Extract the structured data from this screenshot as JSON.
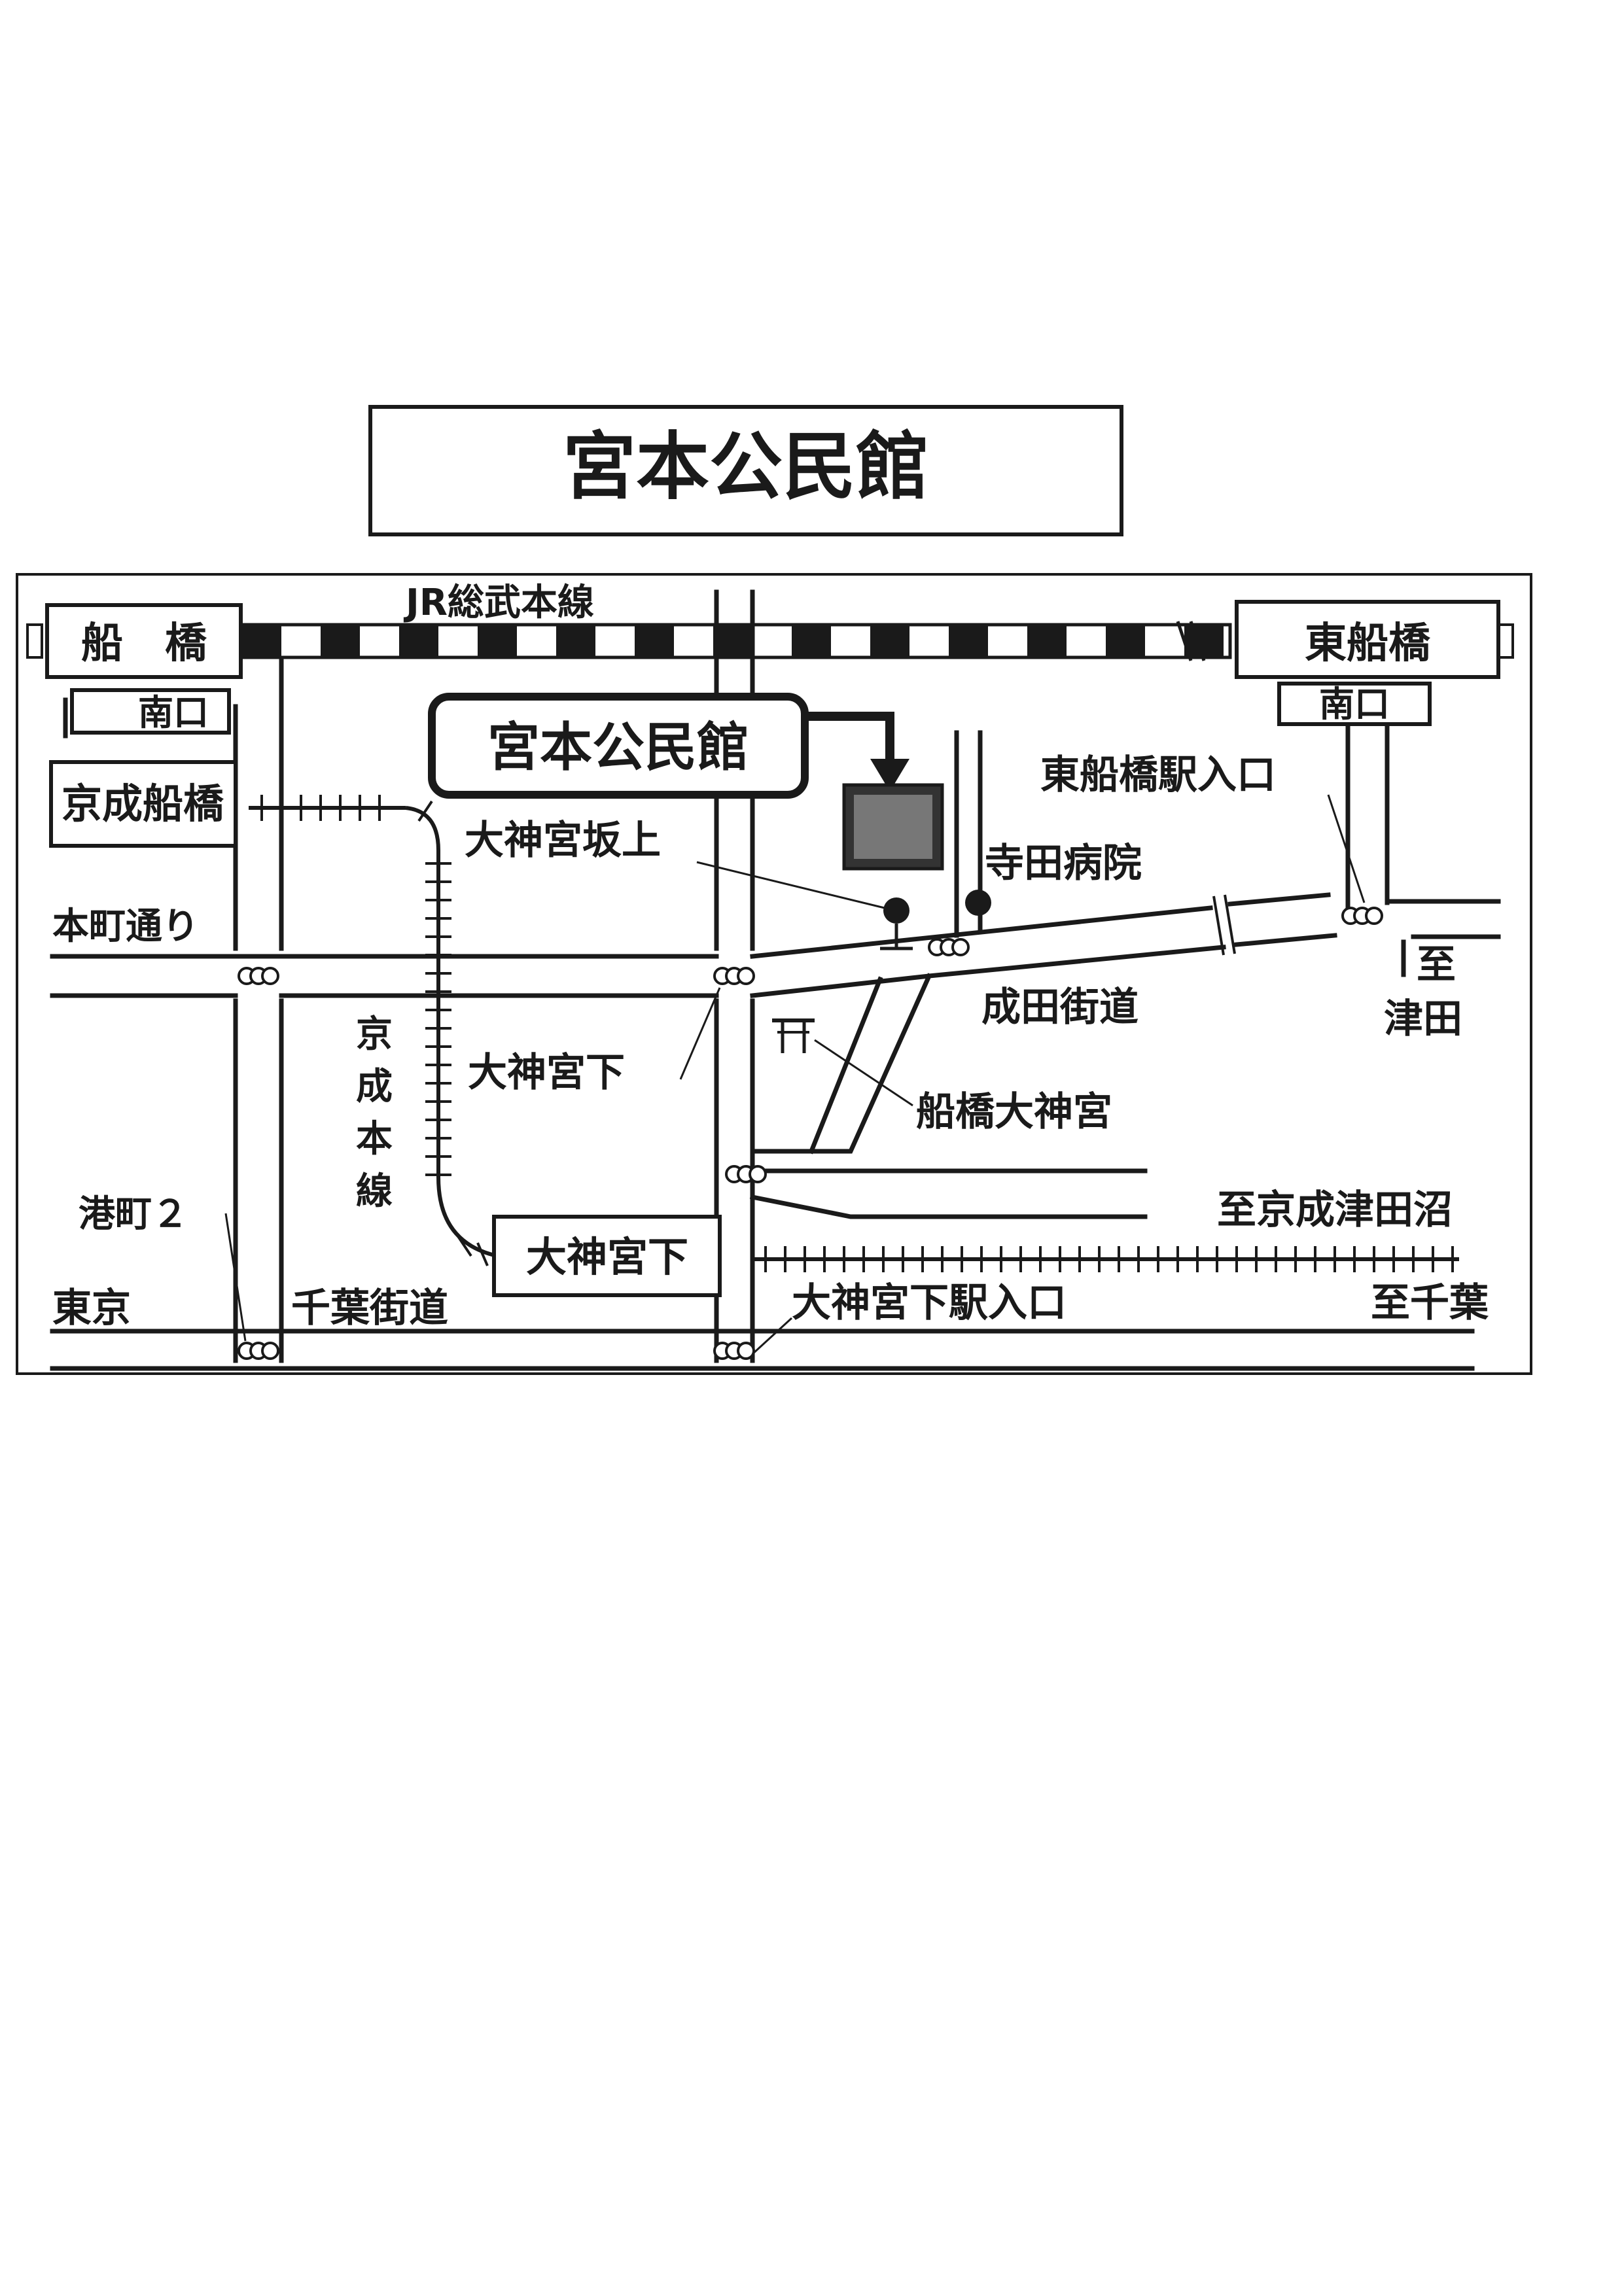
{
  "title": "宮本公民館",
  "map": {
    "rail_jr_label": "JR総武本線",
    "rail_keisei_label": [
      "京",
      "成",
      "本",
      "線"
    ],
    "stations": {
      "funabashi": "船　橋",
      "funabashi_south": "南口",
      "higashi_funabashi": "東船橋",
      "higashi_funabashi_south": "南口",
      "keisei_funabashi": "京成船橋",
      "omiyashita_station": "大神宮下"
    },
    "callout_label": "宮本公民館",
    "labels": {
      "honcho_dori": "本町通り",
      "omiya_sakaue": "大神宮坂上",
      "terada_hospital": "寺田病院",
      "higashi_funabashi_entrance": "東船橋駅入口",
      "to_tsudanuma": [
        "至",
        "津田"
      ],
      "narita_kaido": "成田街道",
      "omiyashita_bus": "大神宮下",
      "funabashi_daijingu": "船橋大神宮",
      "to_keisei_tsudanuma": "至京成津田沼",
      "minatomachi": "港町２",
      "tokyo": "東京",
      "chiba_kaido": "千葉街道",
      "omiyashita_entrance": "大神宮下駅入口",
      "to_chiba": "至千葉"
    }
  }
}
